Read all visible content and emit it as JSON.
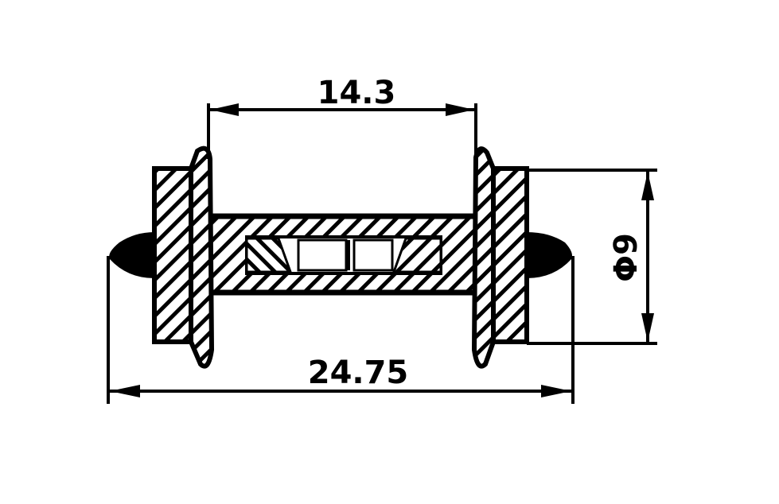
{
  "diagram": {
    "subject": "wheelset",
    "colors": {
      "line": "#000000",
      "background": "#ffffff"
    },
    "dimensions": {
      "back_to_back": "14.3",
      "overall_length": "24.75",
      "wheel_diameter": "Φ9"
    }
  }
}
